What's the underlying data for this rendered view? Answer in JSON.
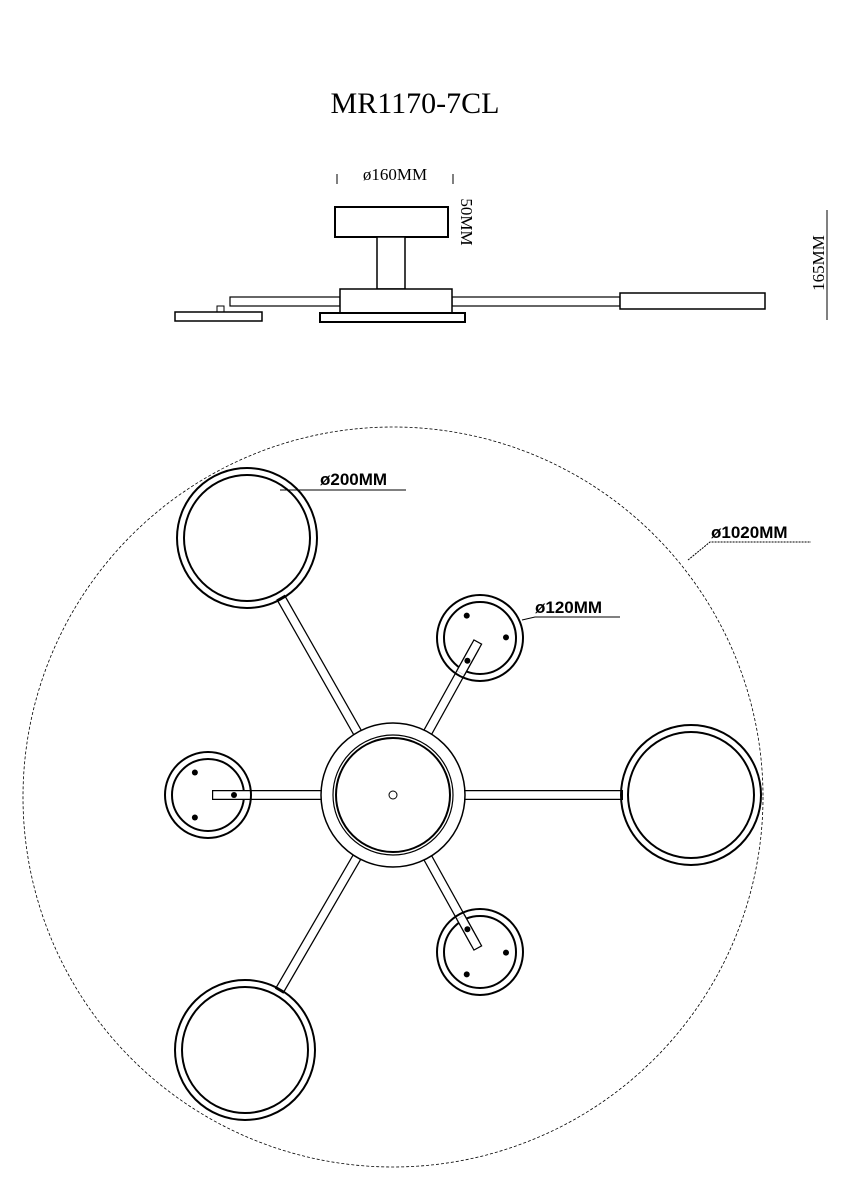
{
  "title": "MR1170-7CL",
  "side_view": {
    "canopy_diameter": "ø160MM",
    "canopy_height": "50MM",
    "total_height": "165MM"
  },
  "top_view": {
    "large_shade_diameter": "ø200MM",
    "overall_diameter": "ø1020MM",
    "small_shade_diameter": "ø120MM"
  },
  "colors": {
    "line": "#000000",
    "background": "#ffffff"
  }
}
